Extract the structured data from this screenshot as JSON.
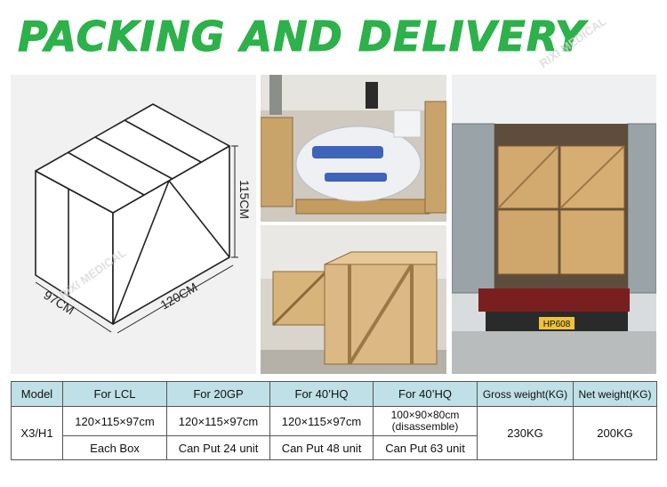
{
  "title": "PACKING AND DELIVERY",
  "watermark": "RIXI MEDICAL",
  "diagram": {
    "height_label": "115CM",
    "length_label": "120CM",
    "width_label": "97CM"
  },
  "photos": {
    "p1": "machine-wrapped-in-crate",
    "p2": "wooden-crates-in-warehouse",
    "p3": "container-loaded-truck",
    "plate": "HP608"
  },
  "table": {
    "headers": [
      "Model",
      "For LCL",
      "For 20GP",
      "For 40’HQ",
      "For 40’HQ",
      "Gross weight(KG)",
      "Net weight(KG)"
    ],
    "row1": {
      "model": "X3/H1",
      "lcl": "120×115×97cm",
      "gp20": "120×115×97cm",
      "hq40": "120×115×97cm",
      "hq40b_line1": "100×90×80cm",
      "hq40b_line2": "(disassemble)",
      "gross": "230KG",
      "net": "200KG"
    },
    "row2": {
      "lcl": "Each Box",
      "gp20": "Can Put 24 unit",
      "hq40": "Can Put 48 unit",
      "hq40b": "Can Put 63 unit"
    }
  },
  "colors": {
    "title": "#2db14a",
    "header_bg": "#bfe0e6"
  }
}
